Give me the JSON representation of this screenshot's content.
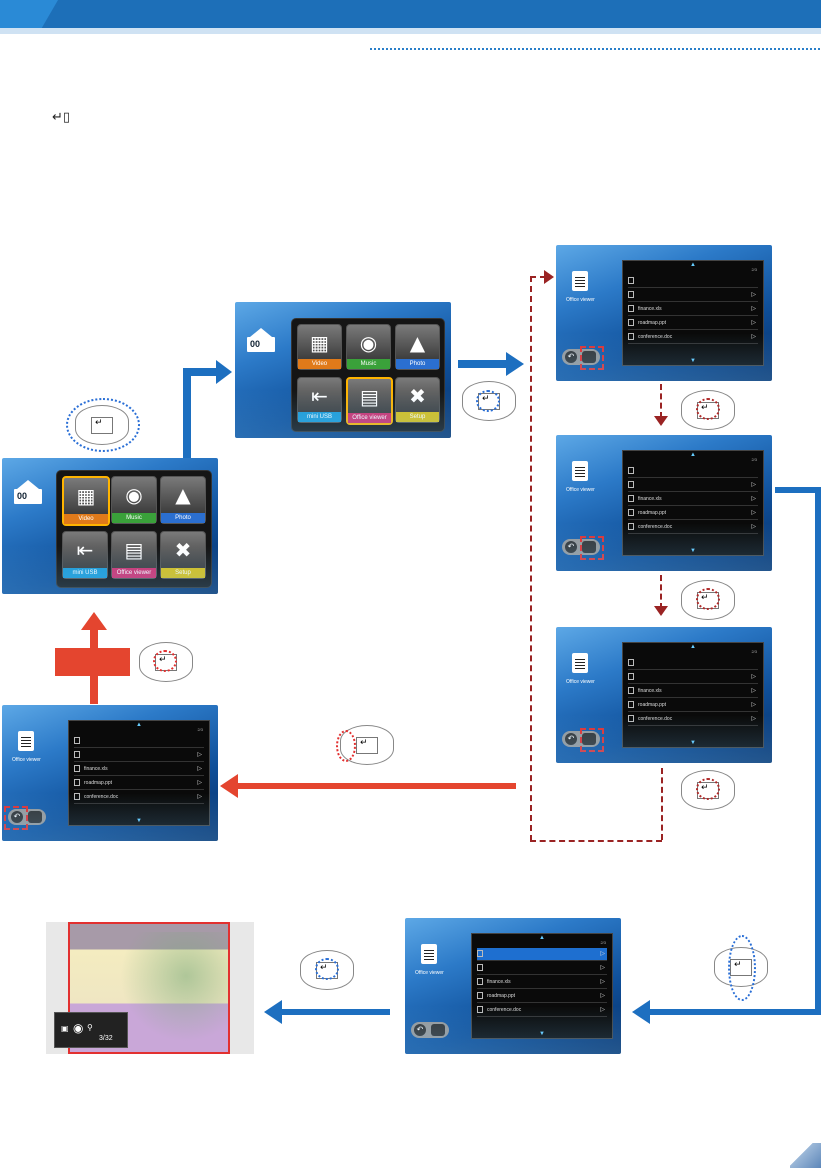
{
  "header": {
    "accent_color": "#1d6fb8"
  },
  "glyphs": {
    "enter_menu": "↵▯"
  },
  "main_menu": {
    "tiles": [
      {
        "label": "Video",
        "icon": "film-icon",
        "color": "#e07a1a"
      },
      {
        "label": "Music",
        "icon": "disc-icon",
        "color": "#3aa13a"
      },
      {
        "label": "Photo",
        "icon": "image-icon",
        "color": "#2b6fd0"
      },
      {
        "label": "mini USB",
        "icon": "usb-input-icon",
        "color": "#1c9bd6"
      },
      {
        "label": "Office viewer",
        "icon": "document-icon",
        "color": "#d0306e"
      },
      {
        "label": "Setup",
        "icon": "toolbox-icon",
        "color": "#d8c01a"
      }
    ]
  },
  "office_viewer": {
    "title": "Office viewer",
    "count": "2/3",
    "files": [
      "finance.xls",
      "roadmap.ppt",
      "conference.doc"
    ]
  },
  "viewer": {
    "page": "3/32"
  },
  "page_number_icon": "corner-tab-icon"
}
